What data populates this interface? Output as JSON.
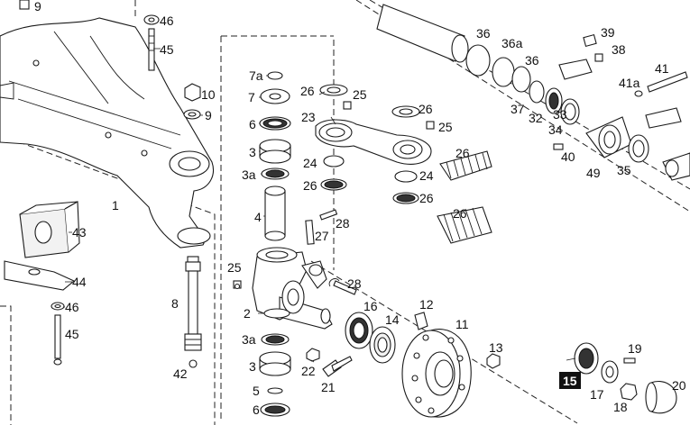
{
  "diagram": {
    "highlighted_callout": "15",
    "callouts": [
      {
        "id": "c9a",
        "text": "9"
      },
      {
        "id": "c46a",
        "text": "46"
      },
      {
        "id": "c45a",
        "text": "45"
      },
      {
        "id": "c10",
        "text": "10"
      },
      {
        "id": "c9b",
        "text": "9"
      },
      {
        "id": "c1",
        "text": "1"
      },
      {
        "id": "c43",
        "text": "43"
      },
      {
        "id": "c44",
        "text": "44"
      },
      {
        "id": "c46b",
        "text": "46"
      },
      {
        "id": "c45b",
        "text": "45"
      },
      {
        "id": "c8",
        "text": "8"
      },
      {
        "id": "c42",
        "text": "42"
      },
      {
        "id": "c7a",
        "text": "7a"
      },
      {
        "id": "c7",
        "text": "7"
      },
      {
        "id": "c6a",
        "text": "6"
      },
      {
        "id": "c3a",
        "text": "3"
      },
      {
        "id": "c3aa",
        "text": "3a"
      },
      {
        "id": "c4",
        "text": "4"
      },
      {
        "id": "c25a",
        "text": "25"
      },
      {
        "id": "c2",
        "text": "2"
      },
      {
        "id": "c3ab",
        "text": "3a"
      },
      {
        "id": "c3b",
        "text": "3"
      },
      {
        "id": "c5",
        "text": "5"
      },
      {
        "id": "c6b",
        "text": "6"
      },
      {
        "id": "c26a",
        "text": "26"
      },
      {
        "id": "c25b",
        "text": "25"
      },
      {
        "id": "c23",
        "text": "23"
      },
      {
        "id": "c26b",
        "text": "26"
      },
      {
        "id": "c25c",
        "text": "25"
      },
      {
        "id": "c24a",
        "text": "24"
      },
      {
        "id": "c26c",
        "text": "26"
      },
      {
        "id": "c26d",
        "text": "26"
      },
      {
        "id": "c24b",
        "text": "24"
      },
      {
        "id": "c26e",
        "text": "26"
      },
      {
        "id": "c26f",
        "text": "26"
      },
      {
        "id": "c28a",
        "text": "28"
      },
      {
        "id": "c27",
        "text": "27"
      },
      {
        "id": "c28b",
        "text": "28"
      },
      {
        "id": "c16",
        "text": "16"
      },
      {
        "id": "c14",
        "text": "14"
      },
      {
        "id": "c12",
        "text": "12"
      },
      {
        "id": "c11",
        "text": "11"
      },
      {
        "id": "c13",
        "text": "13"
      },
      {
        "id": "c22",
        "text": "22"
      },
      {
        "id": "c21",
        "text": "21"
      },
      {
        "id": "c36a",
        "text": "36"
      },
      {
        "id": "c36aa",
        "text": "36a"
      },
      {
        "id": "c36b",
        "text": "36"
      },
      {
        "id": "c37",
        "text": "37"
      },
      {
        "id": "c32",
        "text": "32"
      },
      {
        "id": "c33",
        "text": "33"
      },
      {
        "id": "c34",
        "text": "34"
      },
      {
        "id": "c39",
        "text": "39"
      },
      {
        "id": "c38",
        "text": "38"
      },
      {
        "id": "c41",
        "text": "41"
      },
      {
        "id": "c41a",
        "text": "41a"
      },
      {
        "id": "c40",
        "text": "40"
      },
      {
        "id": "c49",
        "text": "49"
      },
      {
        "id": "c35",
        "text": "35"
      },
      {
        "id": "c15",
        "text": "15"
      },
      {
        "id": "c17",
        "text": "17"
      },
      {
        "id": "c19",
        "text": "19"
      },
      {
        "id": "c18",
        "text": "18"
      },
      {
        "id": "c20",
        "text": "20"
      }
    ]
  }
}
